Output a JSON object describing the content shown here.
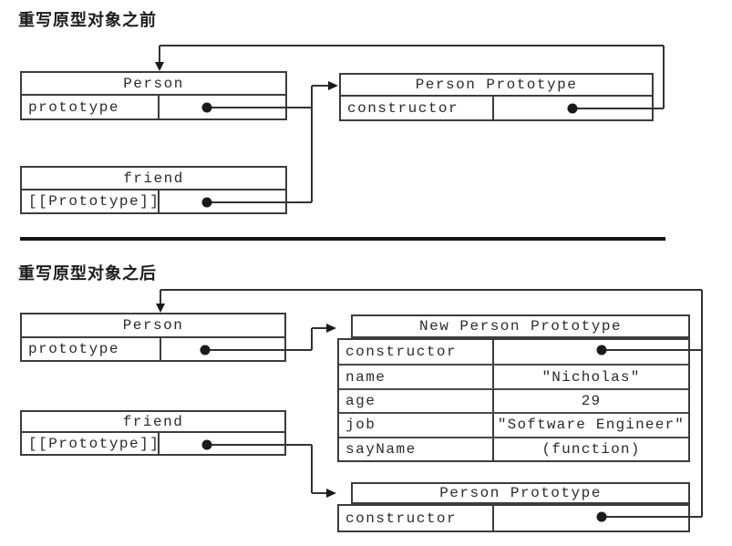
{
  "colors": {
    "background": "#ffffff",
    "line": "#333333",
    "box_border": "#3c3c3c",
    "text": "#2b2b2b",
    "separator": "#141414"
  },
  "sections": {
    "before": {
      "title": "重写原型对象之前",
      "person_box": {
        "title": "Person",
        "rows": [
          {
            "label": "prototype",
            "value_type": "pointer"
          }
        ]
      },
      "prototype_box": {
        "title": "Person Prototype",
        "rows": [
          {
            "label": "constructor",
            "value_type": "pointer"
          }
        ]
      },
      "friend_box": {
        "title": "friend",
        "rows": [
          {
            "label": "[[Prototype]]",
            "value_type": "pointer"
          }
        ]
      }
    },
    "after": {
      "title": "重写原型对象之后",
      "person_box": {
        "title": "Person",
        "rows": [
          {
            "label": "prototype",
            "value_type": "pointer"
          }
        ]
      },
      "new_prototype_box": {
        "title": "New Person Prototype",
        "rows": [
          {
            "label": "constructor",
            "value": "",
            "value_type": "pointer"
          },
          {
            "label": "name",
            "value": "\"Nicholas\"",
            "value_type": "text"
          },
          {
            "label": "age",
            "value": "29",
            "value_type": "text"
          },
          {
            "label": "job",
            "value": "\"Software Engineer\"",
            "value_type": "text"
          },
          {
            "label": "sayName",
            "value": "(function)",
            "value_type": "text"
          }
        ]
      },
      "friend_box": {
        "title": "friend",
        "rows": [
          {
            "label": "[[Prototype]]",
            "value_type": "pointer"
          }
        ]
      },
      "prototype_box": {
        "title": "Person Prototype",
        "rows": [
          {
            "label": "constructor",
            "value_type": "pointer"
          }
        ]
      }
    }
  }
}
